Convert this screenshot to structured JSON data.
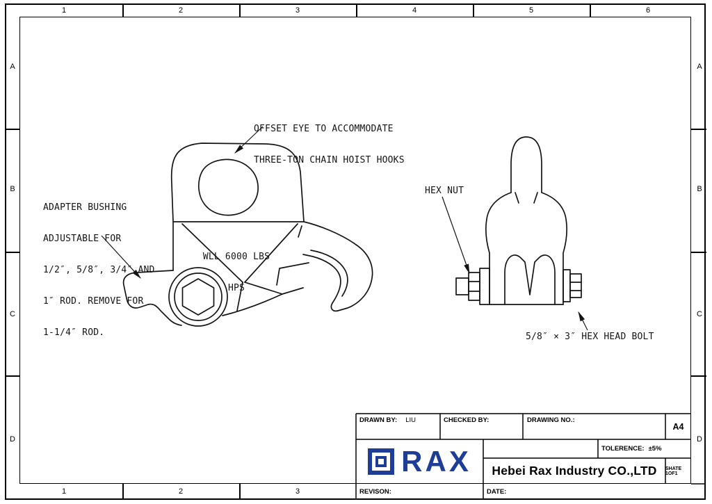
{
  "frame": {
    "top": [
      "1",
      "2",
      "3",
      "4",
      "5",
      "6"
    ],
    "bottom": [
      "1",
      "2",
      "3"
    ],
    "left": [
      "A",
      "B",
      "C",
      "D"
    ],
    "right": [
      "A",
      "B",
      "C",
      "D"
    ]
  },
  "annotations": {
    "offset_eye_line1": "OFFSET EYE TO ACCOMMODATE",
    "offset_eye_line2": "THREE-TON CHAIN HOIST HOOKS",
    "adapter_line1": "ADAPTER BUSHING",
    "adapter_line2": "ADJUSTABLE FOR",
    "adapter_line3": "1/2″, 5/8″, 3/4″ AND",
    "adapter_line4": "1″ ROD. REMOVE FOR",
    "adapter_line5": "1-1/4″ ROD.",
    "wll_line1": "WLL 6000 LBS",
    "wll_line2": "HPS",
    "hex_nut": "HEX NUT",
    "hex_bolt": "5/8″ × 3″ HEX HEAD BOLT"
  },
  "title_block": {
    "drawn_by_label": "DRAWN BY:",
    "drawn_by_value": "LIU",
    "checked_by_label": "CHECKED BY:",
    "drawing_no_label": "DRAWING NO.:",
    "paper_size": "A4",
    "tolerance_label": "TOLERENCE:",
    "tolerance_value": "±5%",
    "company_name": "Hebei Rax Industry CO.,LTD",
    "sheet_label": "SHATE 1OF1",
    "revision_label": "REVISON:",
    "date_label": "DATE:",
    "logo_text": "RAX"
  },
  "colors": {
    "logo_blue": "#1e3e96",
    "line_color": "#141414"
  }
}
